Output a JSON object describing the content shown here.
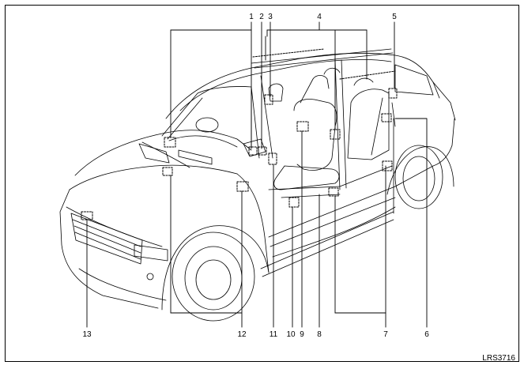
{
  "diagram": {
    "figure_code": "LRS3716",
    "callouts": [
      "1",
      "2",
      "3",
      "4",
      "5",
      "6",
      "7",
      "8",
      "9",
      "10",
      "11",
      "12",
      "13"
    ]
  }
}
